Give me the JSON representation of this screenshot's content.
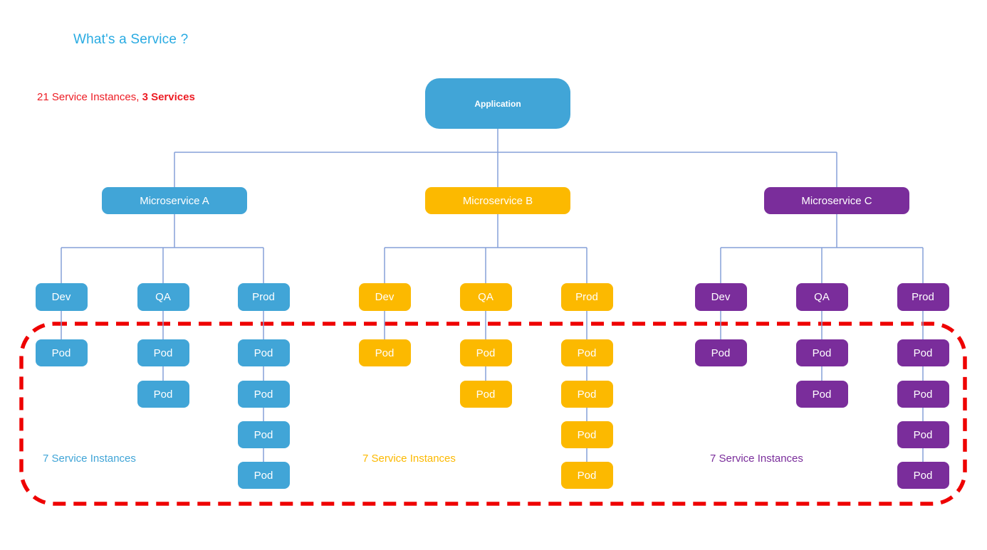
{
  "page": {
    "title": "What's a Service ?"
  },
  "summary": {
    "prefix": "21 Service Instances, ",
    "highlight": "3 Services"
  },
  "colors": {
    "blue": "#41A5D7",
    "yellow": "#FCB900",
    "purple": "#7A2D9B",
    "connector": "#85A0D9",
    "dashed_border": "#EE0000",
    "title": "#29ABE2",
    "summary": "#ED1C24"
  },
  "diagram": {
    "root": {
      "label": "Application",
      "color": "blue"
    },
    "services": [
      {
        "label": "Microservice A",
        "color": "blue",
        "instances_label": "7 Service Instances",
        "environments": [
          {
            "label": "Dev",
            "pods": [
              "Pod"
            ]
          },
          {
            "label": "QA",
            "pods": [
              "Pod",
              "Pod"
            ]
          },
          {
            "label": "Prod",
            "pods": [
              "Pod",
              "Pod",
              "Pod",
              "Pod"
            ]
          }
        ]
      },
      {
        "label": "Microservice B",
        "color": "yellow",
        "instances_label": "7 Service Instances",
        "environments": [
          {
            "label": "Dev",
            "pods": [
              "Pod"
            ]
          },
          {
            "label": "QA",
            "pods": [
              "Pod",
              "Pod"
            ]
          },
          {
            "label": "Prod",
            "pods": [
              "Pod",
              "Pod",
              "Pod",
              "Pod"
            ]
          }
        ]
      },
      {
        "label": "Microservice C",
        "color": "purple",
        "instances_label": "7 Service Instances",
        "environments": [
          {
            "label": "Dev",
            "pods": [
              "Pod"
            ]
          },
          {
            "label": "QA",
            "pods": [
              "Pod",
              "Pod"
            ]
          },
          {
            "label": "Prod",
            "pods": [
              "Pod",
              "Pod",
              "Pod",
              "Pod"
            ]
          }
        ]
      }
    ]
  }
}
